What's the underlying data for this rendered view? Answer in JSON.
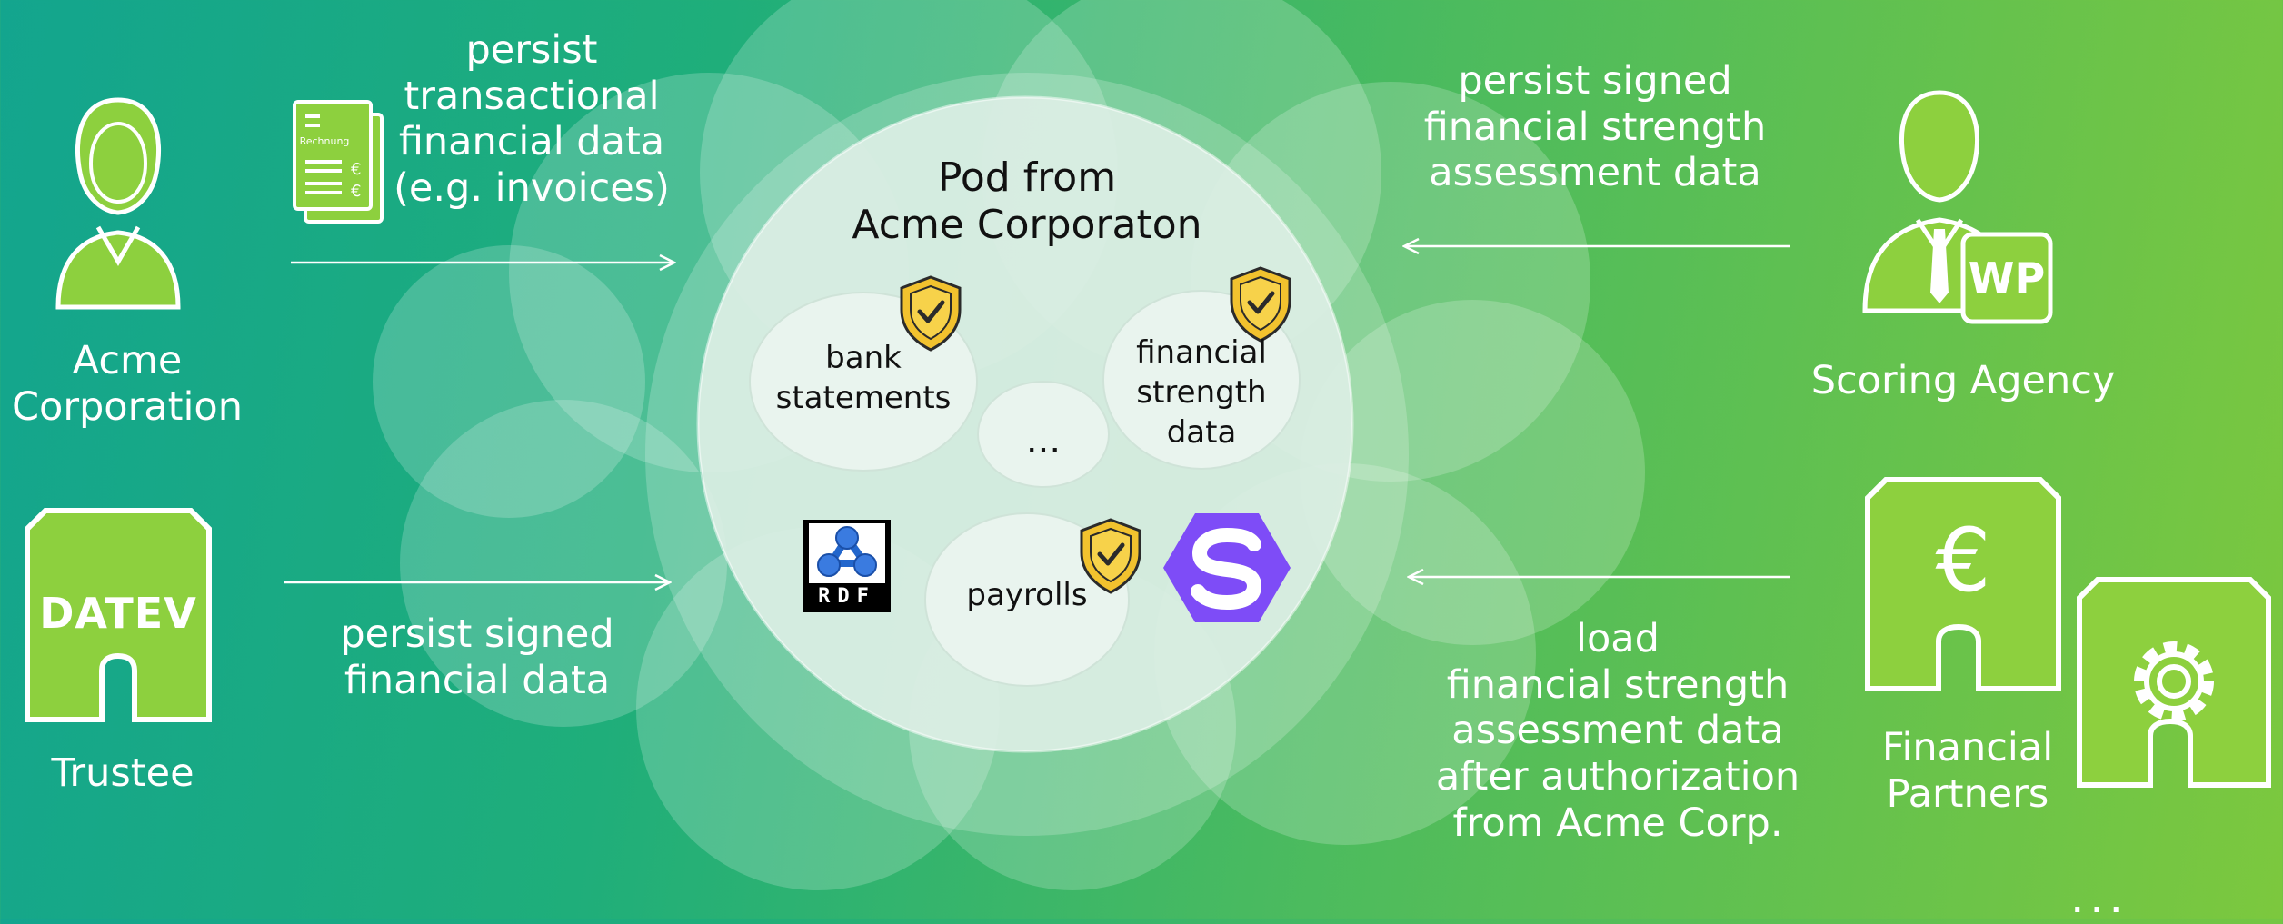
{
  "colors": {
    "gradient_left": "#13a58e",
    "gradient_right": "#7cc83e",
    "icon_green": "#8dd03e",
    "shield_gold": "#f2c22e",
    "solid_purple": "#7e4cf7"
  },
  "pod": {
    "title_line1": "Pod from",
    "title_line2": "Acme Corporaton",
    "bubbles": [
      {
        "line1": "bank",
        "line2": "statements",
        "line3": ""
      },
      {
        "line1": "financial",
        "line2": "strength",
        "line3": "data"
      },
      {
        "line1": "payrolls",
        "line2": "",
        "line3": ""
      }
    ],
    "ellipsis": "...",
    "rdf_label": "RDF"
  },
  "actors": {
    "acme": {
      "line1": "Acme",
      "line2": "Corporation",
      "icon": "user-icon"
    },
    "trustee": {
      "line1": "Trustee",
      "logo_text": "DATEV",
      "icon": "building-icon"
    },
    "scoring": {
      "line1": "Scoring Agency",
      "badge": "WP",
      "icon": "businessman-icon"
    },
    "partners": {
      "line1": "Financial",
      "line2": "Partners",
      "icons": [
        "euro-building-icon",
        "gear-building-icon"
      ]
    }
  },
  "invoice": {
    "label": "Rechnung"
  },
  "flows": {
    "acme_persist": [
      "persist",
      "transactional",
      "financial data",
      "(e.g. invoices)"
    ],
    "trustee_persist": [
      "persist signed",
      "financial data"
    ],
    "scoring_persist": [
      "persist signed",
      "financial strength",
      "assessment data"
    ],
    "partners_load": [
      "load",
      "financial strength",
      "assessment data",
      "after authorization",
      "from Acme Corp."
    ]
  },
  "more": "..."
}
